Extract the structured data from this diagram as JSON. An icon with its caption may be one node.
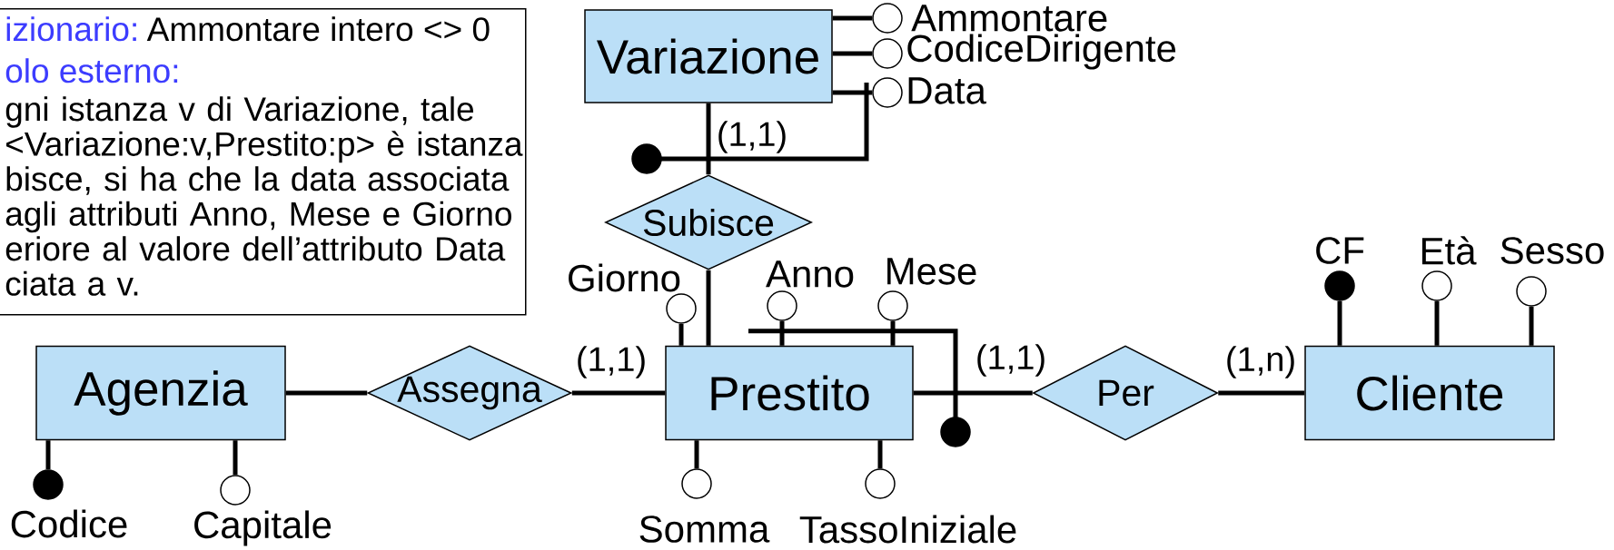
{
  "diagram": {
    "nodes": [
      {
        "text": [
          "izionario:",
          "Ammontare intero <> 0",
          "olo esterno:",
          "gni istanza v di Variazione, tale <Variazione:v,Prestito:p> è istanza bisce, si ha che la data associata agli attributi Anno, Mese e Giorno eriore al valore dell’attributo Data ciata a v."
        ]
      },
      {
        "text": [
          "Variazione"
        ]
      },
      {
        "text": [],
        "shape": "circle",
        "beside": [
          "Ammontare"
        ]
      },
      {
        "text": [],
        "shape": "circle",
        "beside": [
          "CodiceDirigente"
        ]
      },
      {
        "text": [],
        "shape": "circle",
        "beside": [
          "Data"
        ]
      },
      {
        "text": [],
        "shape": "dot"
      },
      {
        "text": [
          "Subisce"
        ]
      },
      {
        "text": [
          "Agenzia"
        ]
      },
      {
        "text": [
          "Assegna"
        ]
      },
      {
        "text": [
          "Prestito"
        ]
      },
      {
        "text": [
          "Per"
        ]
      },
      {
        "text": [
          "Cliente"
        ]
      },
      {
        "text": [],
        "shape": "circle",
        "beside": [
          "Giorno"
        ]
      },
      {
        "text": [],
        "shape": "circle",
        "beside": [
          "Anno"
        ]
      },
      {
        "text": [],
        "shape": "circle",
        "beside": [
          "Mese"
        ]
      },
      {
        "text": [],
        "shape": "dot"
      },
      {
        "text": [],
        "shape": "dot",
        "beside": [
          "CF"
        ]
      },
      {
        "text": [],
        "shape": "circle",
        "beside": [
          "Età"
        ]
      },
      {
        "text": [],
        "shape": "circle",
        "beside": [
          "Sesso"
        ]
      },
      {
        "text": [],
        "shape": "dot",
        "beside": [
          "Codice"
        ]
      },
      {
        "text": [],
        "shape": "circle",
        "beside": [
          "Capitale"
        ]
      },
      {
        "text": [],
        "shape": "circle",
        "beside": [
          "Somma"
        ]
      },
      {
        "text": [],
        "shape": "circle",
        "beside": [
          "TassoIniziale"
        ]
      }
    ],
    "edges": [
      {
        "from": 1,
        "to": 2,
        "arrow": "none"
      },
      {
        "from": 1,
        "to": 3,
        "arrow": "none"
      },
      {
        "from": 1,
        "to": 4,
        "arrow": "none"
      },
      {
        "from": 1,
        "to": 6,
        "arrow": "none",
        "label": "(1,1)"
      },
      {
        "from": 5,
        "to": 4,
        "arrow": "none"
      },
      {
        "from": 6,
        "to": 9,
        "arrow": "none"
      },
      {
        "from": 7,
        "to": 8,
        "arrow": "none"
      },
      {
        "from": 8,
        "to": 9,
        "arrow": "none",
        "label": "(1,1)"
      },
      {
        "from": 9,
        "to": 10,
        "arrow": "none",
        "label": "(1,1)"
      },
      {
        "from": 10,
        "to": 11,
        "arrow": "none",
        "label": "(1,n)"
      },
      {
        "from": 9,
        "to": 12,
        "arrow": "none"
      },
      {
        "from": 9,
        "to": 13,
        "arrow": "none"
      },
      {
        "from": 9,
        "to": 14,
        "arrow": "none"
      },
      {
        "from": 15,
        "to": 9,
        "arrow": "none"
      },
      {
        "from": 11,
        "to": 16,
        "arrow": "none"
      },
      {
        "from": 11,
        "to": 17,
        "arrow": "none"
      },
      {
        "from": 11,
        "to": 18,
        "arrow": "none"
      },
      {
        "from": 7,
        "to": 19,
        "arrow": "none"
      },
      {
        "from": 7,
        "to": 20,
        "arrow": "none"
      },
      {
        "from": 9,
        "to": 21,
        "arrow": "none"
      },
      {
        "from": 9,
        "to": 22,
        "arrow": "none"
      }
    ]
  }
}
